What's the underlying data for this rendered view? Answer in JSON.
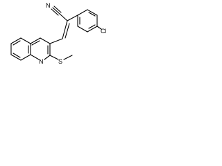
{
  "molecule": {
    "atoms": {
      "nitrile_nitrogen": "N",
      "chlorine": "Cl",
      "quinoline_nitrogen": "N",
      "sulfur": "S"
    },
    "colors": {
      "bond": "#000000",
      "label": "#000000",
      "background": "#ffffff"
    }
  }
}
